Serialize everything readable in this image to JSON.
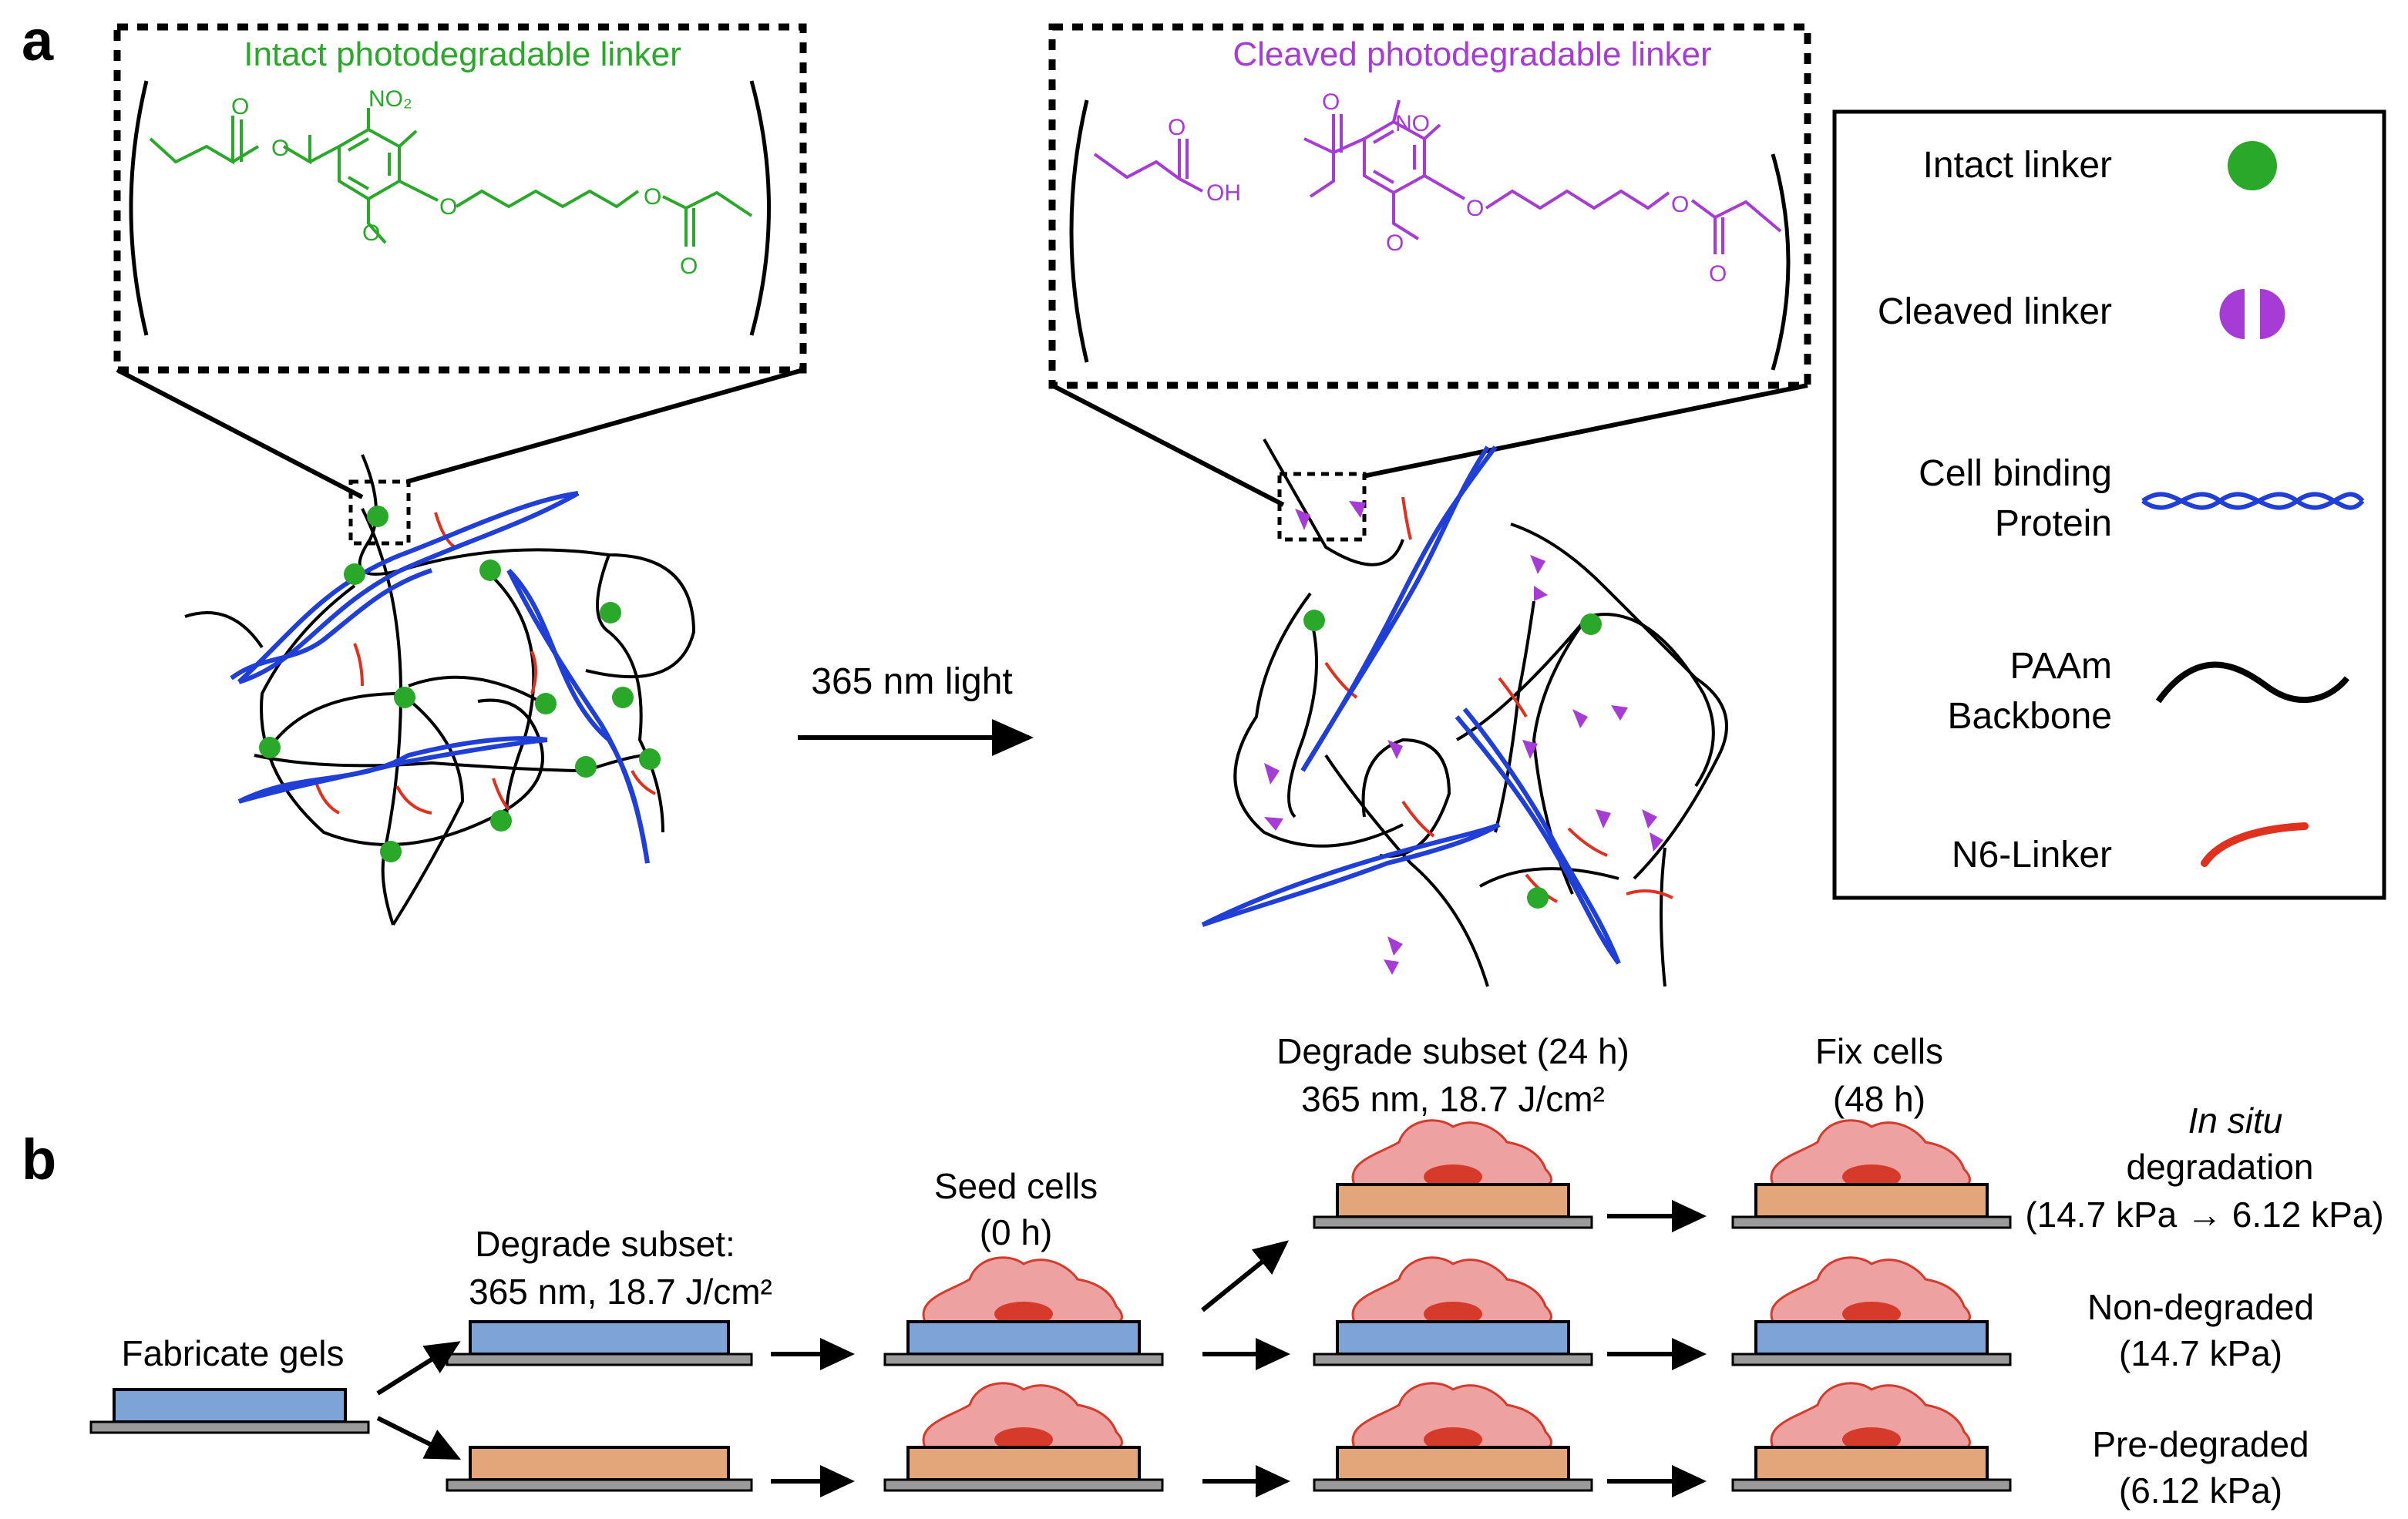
{
  "panel_a": {
    "label": "a",
    "intact_title": "Intact photodegradable linker",
    "cleaved_title": "Cleaved photodegradable linker",
    "intact_chem": {
      "no2": "NO₂",
      "o": "O"
    },
    "cleaved_chem": {
      "no": "NO",
      "o": "O",
      "oh": "OH"
    },
    "arrow_label": "365 nm light",
    "legend": {
      "intact": "Intact linker",
      "cleaved": "Cleaved linker",
      "protein_1": "Cell binding",
      "protein_2": "Protein",
      "paam_1": "PAAm",
      "paam_2": "Backbone",
      "n6": "N6-Linker"
    }
  },
  "panel_b": {
    "label": "b",
    "fabricate": "Fabricate gels",
    "degrade_subset_1": "Degrade subset:",
    "degrade_subset_2": "365 nm, 18.7 J/cm²",
    "seed_1": "Seed cells",
    "seed_2": "(0 h)",
    "degrade24_1": "Degrade subset (24 h)",
    "degrade24_2": "365 nm, 18.7 J/cm²",
    "fix_1": "Fix cells",
    "fix_2": "(48 h)",
    "insitu_italic": "In situ",
    "insitu_2": "degradation",
    "insitu_3": "(14.7 kPa → 6.12 kPa)",
    "nondeg_1": "Non-degraded",
    "nondeg_2": "(14.7 kPa)",
    "predeg_1": "Pre-degraded",
    "predeg_2": "(6.12 kPa)"
  },
  "colors": {
    "intact": "#2aa82a",
    "cleaved": "#a63bd6",
    "protein": "#1f3fd6",
    "n6": "#e0301e",
    "gel_blue": "#7ea3d6",
    "gel_orange": "#e2a67a",
    "cell": "#e88a8a",
    "nucleus": "#d63a2a",
    "base": "#9a9a9a"
  }
}
